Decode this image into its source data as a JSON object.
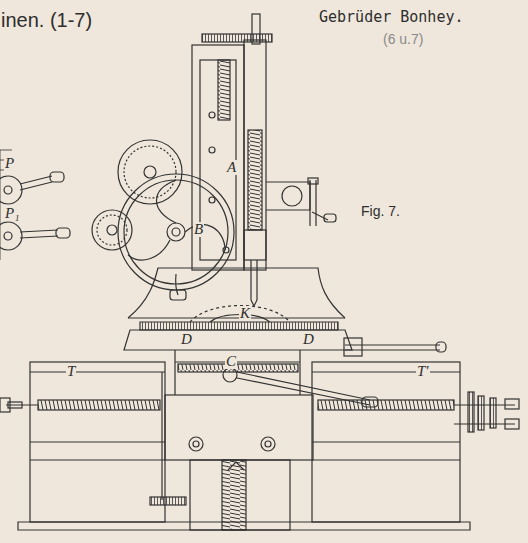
{
  "diagram": {
    "labels": [
      "inen. (1-7)",
      "Gebrüder Bonhey.",
      "(6 u.7)",
      "Fig. 7.",
      "P",
      "P₁",
      "A",
      "B",
      "K",
      "T",
      "T'",
      "D",
      "D",
      "C"
    ]
  }
}
